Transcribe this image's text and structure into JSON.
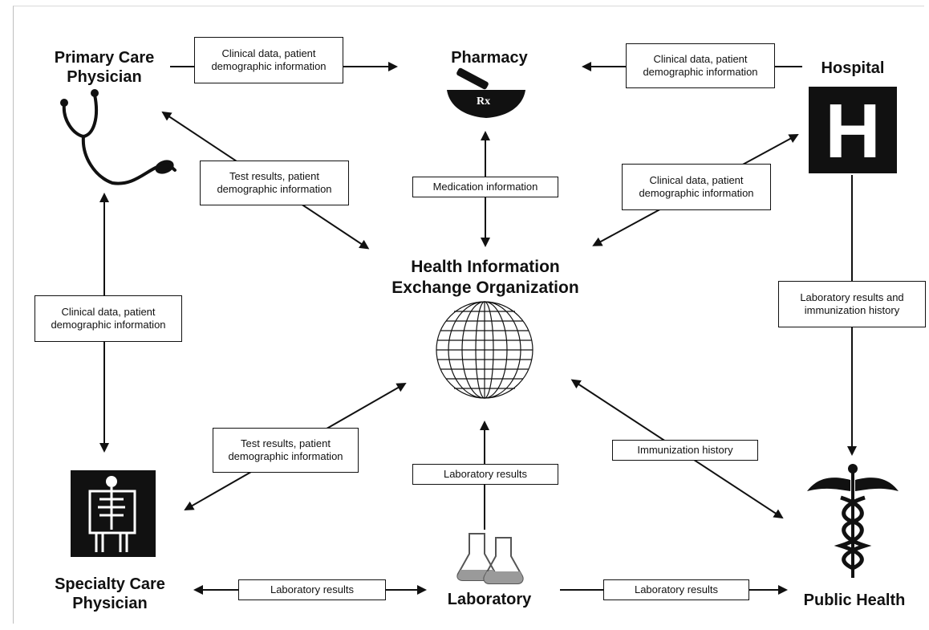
{
  "diagram": {
    "nodes": {
      "primary_care": "Primary Care\nPhysician",
      "pharmacy": "Pharmacy",
      "hospital": "Hospital",
      "hie": "Health Information\nExchange Organization",
      "specialty_care": "Specialty Care\nPhysician",
      "laboratory": "Laboratory",
      "public_health": "Public Health"
    },
    "icons": {
      "pharmacy_rx": "Rx",
      "hospital_letter": "H"
    },
    "edges": {
      "pcp_to_pharmacy": "Clinical data, patient\ndemographic information",
      "hospital_to_pharmacy": "Clinical data, patient\ndemographic information",
      "hie_pcp": "Test results, patient\ndemographic information",
      "hie_pharmacy": "Medication information",
      "hie_hospital": "Clinical data, patient\ndemographic information",
      "pcp_specialty": "Clinical data, patient\ndemographic information",
      "hospital_public_health": "Laboratory results and\nimmunization history",
      "hie_specialty": "Test results, patient\ndemographic information",
      "lab_to_hie": "Laboratory results",
      "hie_public_health": "Immunization history",
      "specialty_lab": "Laboratory results",
      "lab_to_public_health": "Laboratory results"
    }
  }
}
